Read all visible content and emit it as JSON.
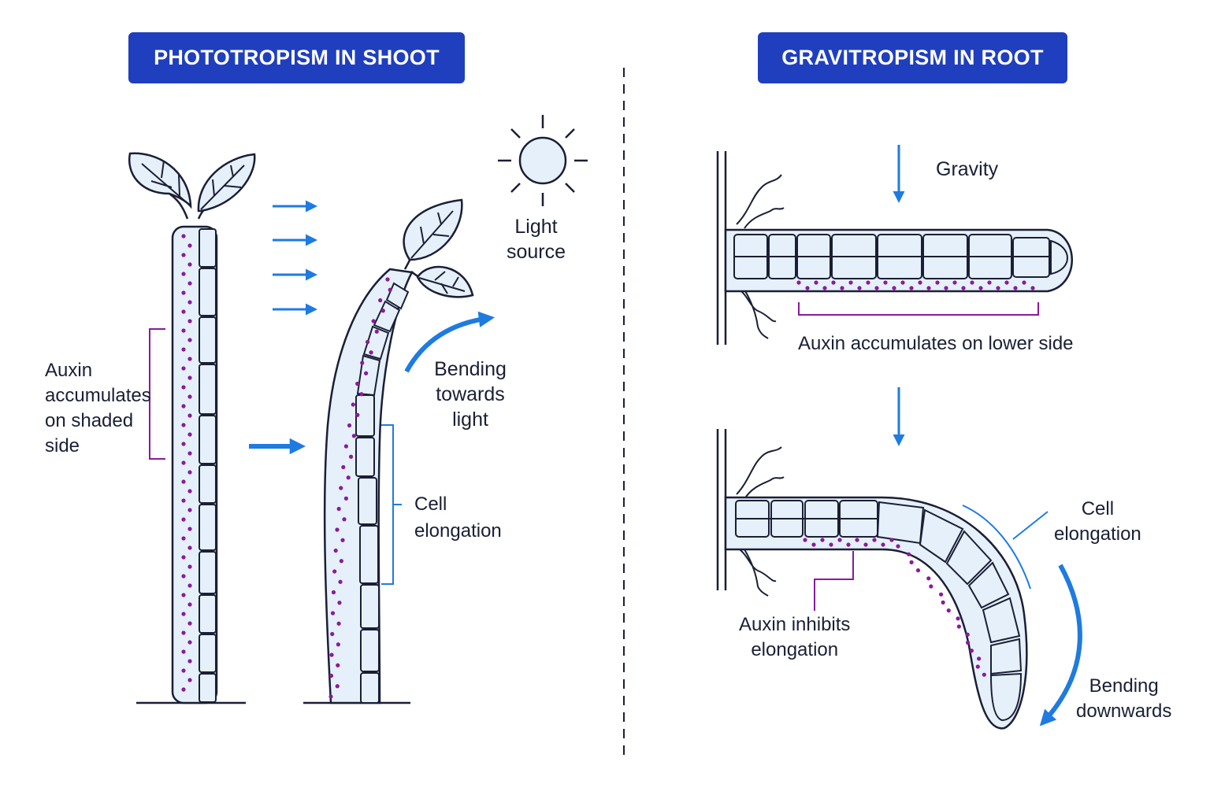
{
  "phototropism": {
    "title": "PHOTOTROPISM IN SHOOT",
    "auxin_label": [
      "Auxin",
      "accumulates",
      "on shaded",
      "side"
    ],
    "light_label": [
      "Light",
      "source"
    ],
    "bending_label": [
      "Bending",
      "towards",
      "light"
    ],
    "elongation_label": [
      "Cell",
      "elongation"
    ]
  },
  "gravitropism": {
    "title": "GRAVITROPISM IN ROOT",
    "gravity_label": "Gravity",
    "auxin_lower_label": "Auxin accumulates on lower side",
    "elongation_label": [
      "Cell",
      "elongation"
    ],
    "auxin_inhibits_label": [
      "Auxin inhibits",
      "elongation"
    ],
    "bending_label": [
      "Bending",
      "downwards"
    ]
  },
  "colors": {
    "banner": "#1f3fbf",
    "arrow": "#1e7be0",
    "auxin": "#8a1a9c",
    "tissue": "#e6f0fb",
    "outline": "#1a1f36"
  }
}
